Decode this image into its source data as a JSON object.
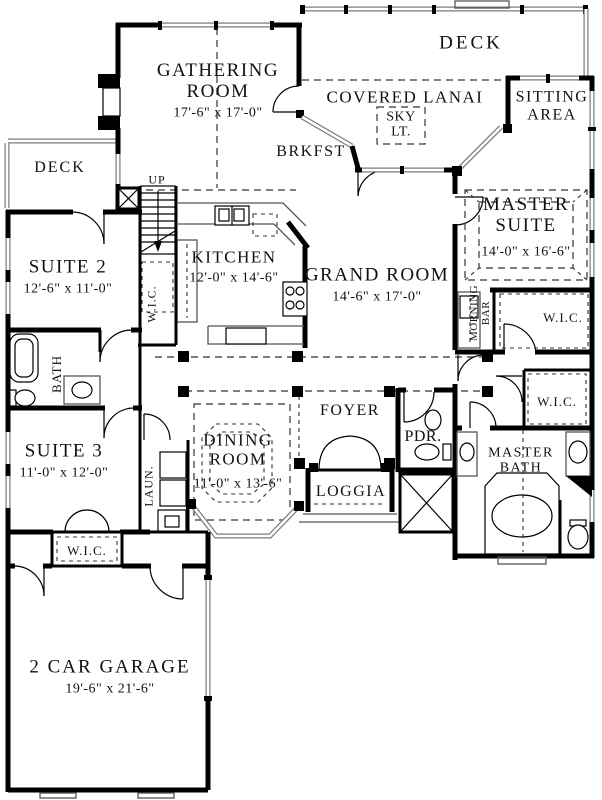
{
  "plan": {
    "rooms": {
      "deck_top": "DECK",
      "covered_lanai": "COVERED LANAI",
      "sky_light": "SKY LT.",
      "sitting_area": "SITTING AREA",
      "gathering": {
        "name": "GATHERING ROOM",
        "dims": "17'-6\" x 17'-0\""
      },
      "brkfst": "BRKFST",
      "deck_left": "DECK",
      "stairs_up": "UP",
      "suite_2": {
        "name": "SUITE 2",
        "dims": "12'-6\" x 11'-0\""
      },
      "kitchen": {
        "name": "KITCHEN",
        "dims": "12'-0\" x 14'-6\""
      },
      "master_suite": {
        "name": "MASTER SUITE",
        "dims": "14'-0\" x 16'-6\""
      },
      "grand_room": {
        "name": "GRAND ROOM",
        "dims": "14'-6\" x 17'-0\""
      },
      "wic_hall": "W.I.C.",
      "morning_bar": "MORNING BAR",
      "wic_master_1": "W.I.C.",
      "bath_2": "BATH",
      "wic_master_2": "W.I.C.",
      "suite_3": {
        "name": "SUITE 3",
        "dims": "11'-0\" x 12'-0\""
      },
      "dining": {
        "name": "DINING ROOM",
        "dims": "11'-0\" x 13'-6\""
      },
      "foyer": "FOYER",
      "powder": "PDR.",
      "master_bath": "MASTER BATH",
      "loggia": "LOGGIA",
      "laundry": "LAUN.",
      "wic_suite_3": "W.I.C.",
      "garage": {
        "name": "2 CAR GARAGE",
        "dims": "19'-6\" x 21'-6\""
      }
    },
    "colors": {
      "wall": "#000000",
      "background": "#ffffff",
      "window": "#7a7a7a",
      "dash": "#333333",
      "text": "#111111"
    }
  }
}
